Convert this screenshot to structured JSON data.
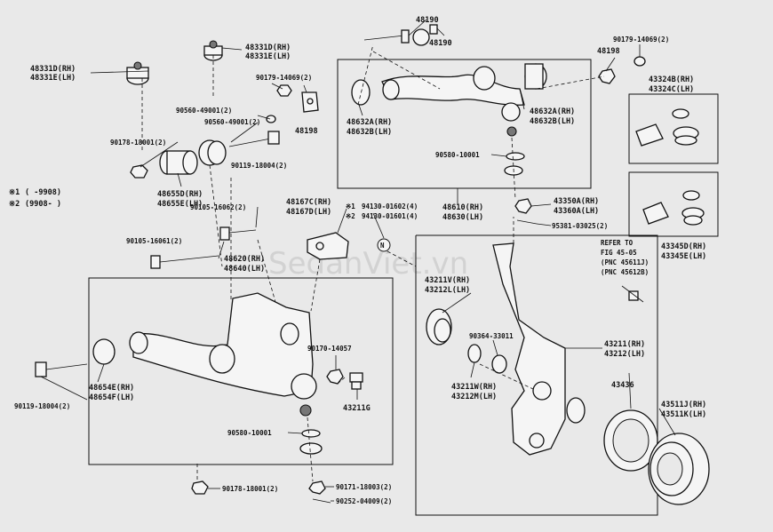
{
  "watermark": "SedanViet.vn",
  "notes": {
    "n1_mark": "※1",
    "n1_text": "(     -9908)",
    "n2_mark": "※2",
    "n2_text": "(9908-     )",
    "n_circle": "N"
  },
  "refer": {
    "line1": "REFER TO",
    "line2": "FIG 45-05",
    "line3": "(PNC 45611J)",
    "line4": "(PNC 45612B)"
  },
  "labels": {
    "p48190a": "48190",
    "p48190b": "48190",
    "p90179a": "90179-14069(2)",
    "p48198a": "48198",
    "p48331d": "48331D(RH)",
    "p48331e": "48331E(LH)",
    "p48331d_2": "48331D(RH)",
    "p48331e_2": "48331E(LH)",
    "p90179b": "90179-14069(2)",
    "p48198b": "48198",
    "p90560a": "90560-49001(2)",
    "p90560b": "90560-49001(2)",
    "p90178a": "90178-18001(2)",
    "p90119a": "90119-18004(2)",
    "p48655d": "48655D(RH)",
    "p48655e": "48655E(LH)",
    "p48632a": "48632A(RH)",
    "p48632b": "48632B(LH)",
    "p48632a_2": "48632A(RH)",
    "p48632b_2": "48632B(LH)",
    "p90580a": "90580-10001",
    "p48610": "48610(RH)",
    "p48630": "48630(LH)",
    "p43350a": "43350A(RH)",
    "p43360a": "43360A(LH)",
    "p95381": "95381-03025(2)",
    "p43324b": "43324B(RH)",
    "p43324c": "43324C(LH)",
    "p43345d": "43345D(RH)",
    "p43345e": "43345E(LH)",
    "p90105a": "90105-16062(2)",
    "p48167c": "48167C(RH)",
    "p48167d": "48167D(LH)",
    "p94130a": "94130-01602(4)",
    "p94130b": "94130-01601(4)",
    "p90105b": "90105-16061(2)",
    "p48620": "48620(RH)",
    "p48640": "48640(LH)",
    "p43211v": "43211V(RH)",
    "p43212l": "43212L(LH)",
    "p90364": "90364-33011",
    "p43211w": "43211W(RH)",
    "p43212m": "43212M(LH)",
    "p43211": "43211(RH)",
    "p43212": "43212(LH)",
    "p48654e": "48654E(RH)",
    "p48654f": "48654F(LH)",
    "p90119b": "90119-18004(2)",
    "p90170": "90170-14057",
    "p43211g": "43211G",
    "p90580b": "90580-10001",
    "p43436": "43436",
    "p43511j": "43511J(RH)",
    "p43511k": "43511K(LH)",
    "p90178b": "90178-18001(2)",
    "p90171": "90171-18003(2)",
    "p90252": "90252-04009(2)"
  }
}
